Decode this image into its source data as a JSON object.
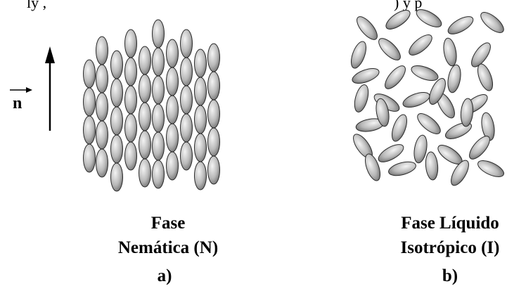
{
  "top_crop": {
    "left_text": "ly            ,",
    "right_text": ") y    p"
  },
  "director": {
    "label": "n"
  },
  "nematic": {
    "title_line1": "Fase",
    "title_line2": "Nemática (N)",
    "panel_label": "a)"
  },
  "isotropic": {
    "title_line1": "Fase Líquido",
    "title_line2": "Isotrópico (I)",
    "panel_label": "b)"
  },
  "colors": {
    "ellipsoid_light": "#f4f4f4",
    "ellipsoid_mid": "#b8b8b8",
    "ellipsoid_dark": "#5a5a5a",
    "outline": "#2a2a2a"
  }
}
